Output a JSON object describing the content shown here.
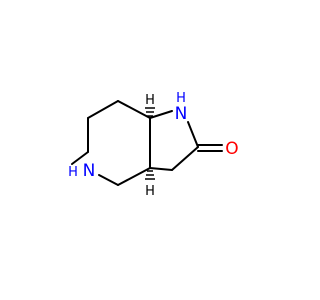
{
  "molecule": {
    "atoms": {
      "nh_ring5": "H\nN",
      "nh_ring5_h": "H",
      "nh_ring5_n": "N",
      "o": "O",
      "nh_ring6": "N",
      "nh_ring6_h": "H",
      "stereo_h_top": "H",
      "stereo_h_bottom": "H"
    }
  },
  "colors": {
    "bond": "#000000",
    "nitrogen": "#0000ff",
    "oxygen": "#ff0000",
    "carbon_h": "#000000"
  }
}
